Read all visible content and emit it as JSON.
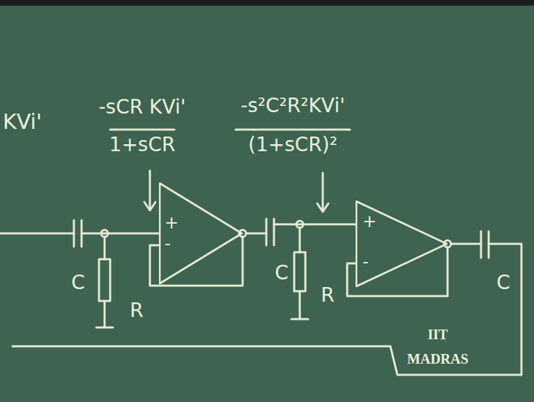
{
  "diagram": {
    "nodes": [
      {
        "text": [
          "+",
          "-"
        ]
      },
      {
        "text": [
          "+",
          "-"
        ]
      }
    ],
    "labels": [
      "KVi'",
      "-sCR KVi'",
      "1+sCR",
      "-s²C²R²KVi'",
      "(1+sCR)²",
      "C",
      "R",
      "C",
      "R",
      "C",
      "IIT",
      "MADRAS"
    ]
  }
}
